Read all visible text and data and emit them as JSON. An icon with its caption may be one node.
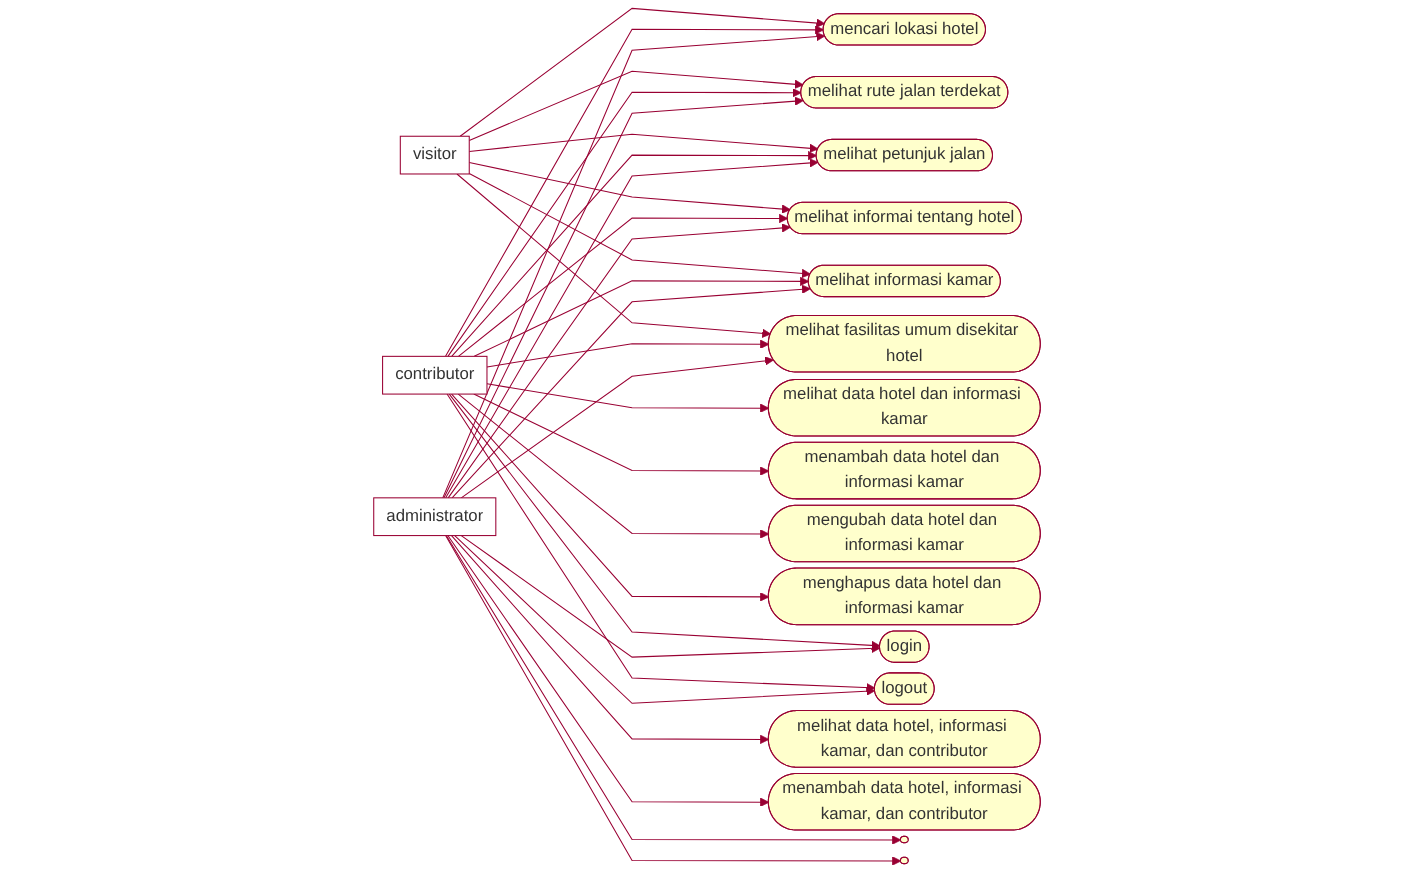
{
  "diagram": {
    "nodes": [
      {
        "text": [
          "visitor"
        ]
      },
      {
        "text": [
          "mencari lokasi hotel"
        ]
      },
      {
        "text": [
          "melihat rute jalan terdekat"
        ]
      },
      {
        "text": [
          "melihat petunjuk jalan"
        ]
      },
      {
        "text": [
          "melihat informai tentang hotel"
        ]
      },
      {
        "text": [
          "melihat informasi kamar"
        ]
      },
      {
        "text": [
          "melihat fasilitas umum disekitar hotel"
        ]
      },
      {
        "text": [
          "contributor"
        ]
      },
      {
        "text": [
          "administrator"
        ]
      },
      {
        "text": [
          "melihat data hotel dan informasi kamar"
        ]
      },
      {
        "text": [
          "login"
        ]
      },
      {
        "text": [
          "logout"
        ]
      },
      {
        "text": [
          "menambah data hotel dan informasi kamar"
        ]
      },
      {
        "text": [
          "mengubah data hotel dan informasi kamar"
        ]
      },
      {
        "text": [
          "menghapus data hotel dan informasi kamar"
        ]
      },
      {
        "text": [
          "melihat data hotel, informasi kamar, dan contributor"
        ]
      },
      {
        "text": [
          "menambah data hotel, informasi kamar, dan contributor"
        ]
      },
      {
        "text": [],
        "shape": "ellipse"
      },
      {
        "text": [],
        "shape": "ellipse"
      }
    ],
    "edges": [
      {
        "from": 0,
        "to": 1,
        "arrow": "to"
      },
      {
        "from": 0,
        "to": 2,
        "arrow": "to"
      },
      {
        "from": 0,
        "to": 3,
        "arrow": "to"
      },
      {
        "from": 0,
        "to": 4,
        "arrow": "to"
      },
      {
        "from": 0,
        "to": 5,
        "arrow": "to"
      },
      {
        "from": 0,
        "to": 6,
        "arrow": "to"
      },
      {
        "from": 7,
        "to": 1,
        "arrow": "to"
      },
      {
        "from": 7,
        "to": 2,
        "arrow": "to"
      },
      {
        "from": 7,
        "to": 3,
        "arrow": "to"
      },
      {
        "from": 7,
        "to": 4,
        "arrow": "to"
      },
      {
        "from": 7,
        "to": 5,
        "arrow": "to"
      },
      {
        "from": 7,
        "to": 6,
        "arrow": "to"
      },
      {
        "from": 7,
        "to": 9,
        "arrow": "to"
      },
      {
        "from": 7,
        "to": 12,
        "arrow": "to"
      },
      {
        "from": 7,
        "to": 13,
        "arrow": "to"
      },
      {
        "from": 7,
        "to": 14,
        "arrow": "to"
      },
      {
        "from": 7,
        "to": 10,
        "arrow": "to"
      },
      {
        "from": 7,
        "to": 11,
        "arrow": "to"
      },
      {
        "from": 8,
        "to": 1,
        "arrow": "to"
      },
      {
        "from": 8,
        "to": 2,
        "arrow": "to"
      },
      {
        "from": 8,
        "to": 3,
        "arrow": "to"
      },
      {
        "from": 8,
        "to": 4,
        "arrow": "to"
      },
      {
        "from": 8,
        "to": 5,
        "arrow": "to"
      },
      {
        "from": 8,
        "to": 6,
        "arrow": "to"
      },
      {
        "from": 8,
        "to": 10,
        "arrow": "to"
      },
      {
        "from": 8,
        "to": 11,
        "arrow": "to"
      },
      {
        "from": 8,
        "to": 15,
        "arrow": "to"
      },
      {
        "from": 8,
        "to": 16,
        "arrow": "to"
      },
      {
        "from": 8,
        "to": 17,
        "arrow": "to"
      },
      {
        "from": 8,
        "to": 18,
        "arrow": "to"
      }
    ]
  }
}
